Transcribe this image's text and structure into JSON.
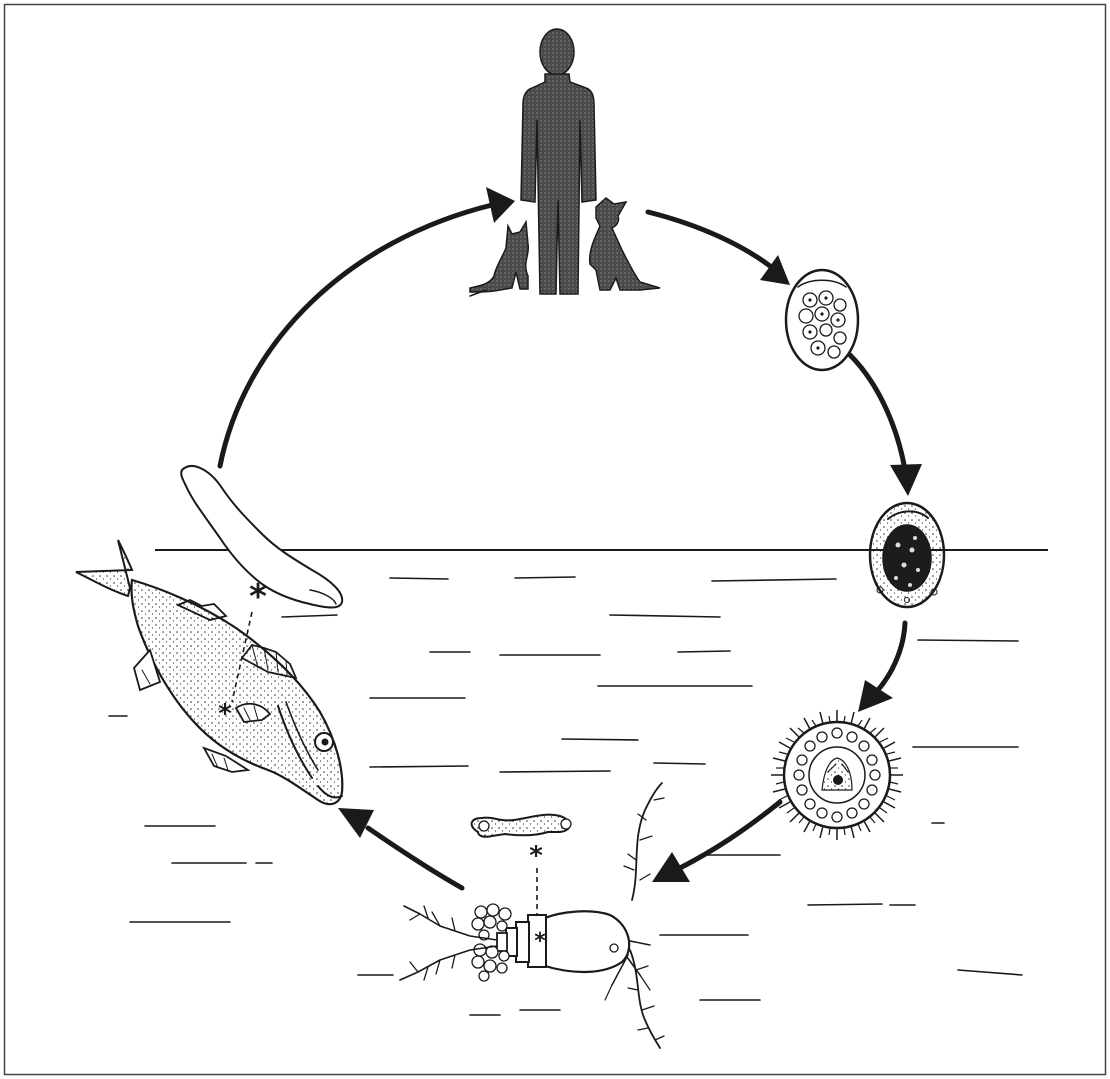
{
  "diagram": {
    "type": "life-cycle",
    "stages": [
      {
        "id": "definitive-hosts",
        "depicts": [
          "human",
          "cat",
          "dog"
        ]
      },
      {
        "id": "unembryonated-egg"
      },
      {
        "id": "embryonated-egg"
      },
      {
        "id": "coracidium"
      },
      {
        "id": "procercoid-in-copepod"
      },
      {
        "id": "plerocercoid-in-fish"
      }
    ],
    "colors": {
      "ink": "#1a1a1a",
      "background": "#ffffff",
      "silhouette": "#555555"
    }
  }
}
